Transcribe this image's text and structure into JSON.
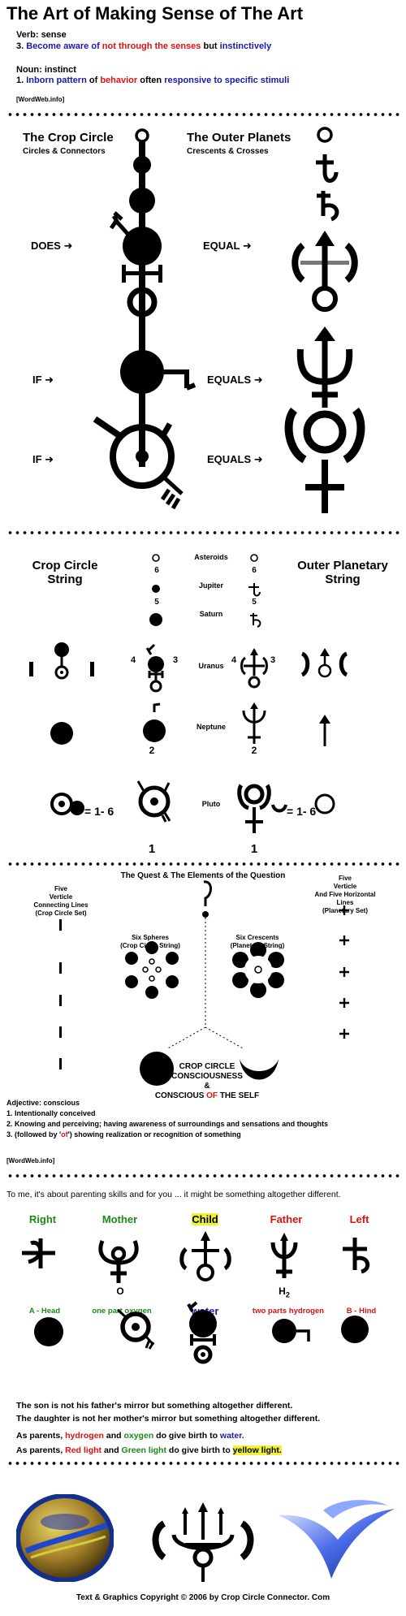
{
  "header": {
    "title": "The Art of Making Sense of The Art",
    "verb_label": "Verb: sense",
    "verb_def_num": "3.",
    "verb_def_a": "Become aware of",
    "verb_def_b": "not through the senses",
    "verb_def_c": "but",
    "verb_def_d": "instinctively",
    "noun_label": "Noun: instinct",
    "noun_def_num": "1.",
    "noun_def_a": "Inborn pattern",
    "noun_def_b": "of",
    "noun_def_c": "behavior",
    "noun_def_d": "often",
    "noun_def_e": "responsive to specific stimuli",
    "source": "[WordWeb.info]"
  },
  "section1": {
    "left_title": "The Crop Circle",
    "left_sub": "Circles & Connectors",
    "right_title": "The Outer Planets",
    "right_sub": "Crescents & Crosses",
    "does": "DOES",
    "equal": "EQUAL",
    "if1": "IF",
    "equals1": "EQUALS",
    "if2": "IF",
    "equals2": "EQUALS"
  },
  "section2": {
    "left_title_1": "Crop Circle",
    "left_title_2": "String",
    "right_title_1": "Outer Planetary",
    "right_title_2": "String",
    "labels": [
      "Asteroids",
      "Jupiter",
      "Saturn",
      "Uranus",
      "Neptune",
      "Pluto"
    ],
    "num_6a": "6",
    "num_6b": "6",
    "num_5a": "5",
    "num_5b": "5",
    "num_4a": "4",
    "num_3a": "3",
    "num_4b": "4",
    "num_3b": "3",
    "num_2a": "2",
    "num_2b": "2",
    "num_1a": "1",
    "num_1b": "1",
    "legend_left": "= 1- 6",
    "legend_right": "= 1- 6"
  },
  "section3": {
    "title": "The Quest & The Elements of the Question",
    "left_head": [
      "Five",
      "Verticle",
      "Connecting Lines",
      "(Crop Circle Set)"
    ],
    "right_head": [
      "Five",
      "Verticle",
      "And Five Horizontal",
      "Lines",
      "(Planetary Set)"
    ],
    "spheres_1": "Six Spheres",
    "spheres_2": "(Crop Circle String)",
    "crescents_1": "Six Crescents",
    "crescents_2": "(Planetary String)",
    "center_1": "CROP CIRCLE",
    "center_2": "CONSCIOUSNESS",
    "center_3": "&",
    "center_4a": "CONSCIOUS",
    "center_4b": "OF",
    "center_4c": "THE SELF",
    "adj_label": "Adjective: conscious",
    "adj_1": "1. Intentionally conceived",
    "adj_2": "2. Knowing and perceiving; having awareness of surroundings and sensations and thoughts",
    "adj_3a": "3. (followed by '",
    "adj_3b": "of",
    "adj_3c": "') showing realization or recognition of something",
    "source": "[WordWeb.info]"
  },
  "section4": {
    "intro": "To me, it's about parenting skills and for you ... it might be something altogether different.",
    "right": "Right",
    "mother": "Mother",
    "child": "Child",
    "father": "Father",
    "left": "Left",
    "o_label": "O",
    "h2_label": "H",
    "h2_sub": "2",
    "a_head": "A - Head",
    "oxygen": "one part oxygen",
    "water": "water",
    "hydrogen": "two parts hydrogen",
    "b_hind": "B - Hind",
    "line1": "The son is not his father's mirror but something altogether different.",
    "line2": "The daughter is not her mother's mirror but something altogether different.",
    "p1a": "As parents,",
    "p1b": "hydrogen",
    "p1c": "and",
    "p1d": "oxygen",
    "p1e": "do give birth to",
    "p1f": "water.",
    "p2a": "As parents,",
    "p2b": "Red light",
    "p2c": "and",
    "p2d": "Green light",
    "p2e": "do give birth to",
    "p2f": "yellow light."
  },
  "footer": {
    "copyright": "Text & Graphics Copyright © 2006 by Crop Circle Connector. Com"
  },
  "colors": {
    "red": "#e01010",
    "blue": "#1a1aa8",
    "green": "#1a8a1a",
    "yellow": "#f2f23a"
  }
}
